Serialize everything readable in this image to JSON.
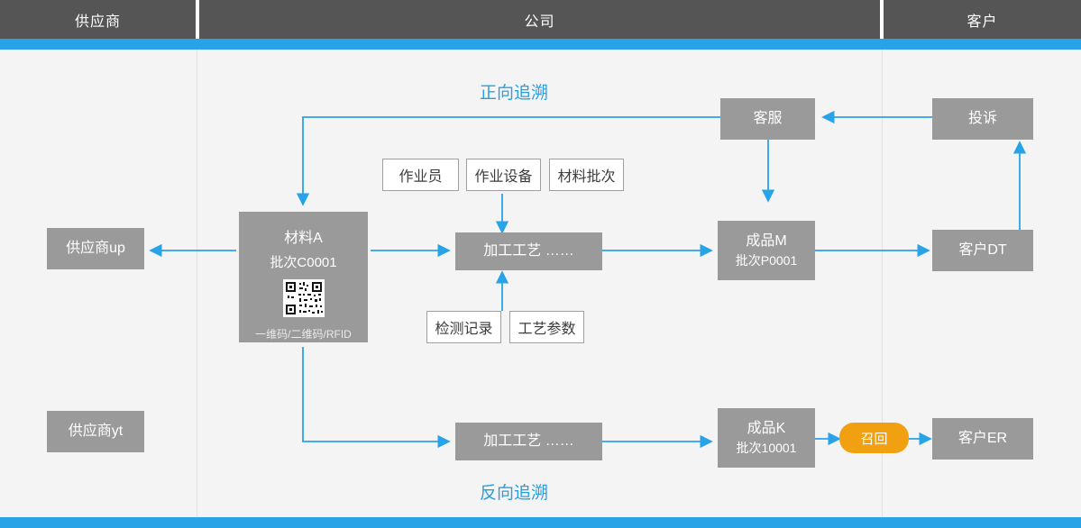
{
  "header": {
    "columns": [
      {
        "label": "供应商"
      },
      {
        "label": "公司"
      },
      {
        "label": "客户"
      }
    ]
  },
  "titles": {
    "forward": "正向追溯",
    "reverse": "反向追溯"
  },
  "nodes": {
    "supplier_up": {
      "label": "供应商up"
    },
    "supplier_yt": {
      "label": "供应商yt"
    },
    "material": {
      "name": "材料A",
      "batch": "批次C0001",
      "code_types": "一维码/二维码/RFID"
    },
    "operator": {
      "label": "作业员"
    },
    "equipment": {
      "label": "作业设备"
    },
    "material_batch": {
      "label": "材料批次"
    },
    "process_top": {
      "label": "加工工艺  ……"
    },
    "inspection": {
      "label": "检测记录"
    },
    "process_param": {
      "label": "工艺参数"
    },
    "product_m": {
      "name": "成品M",
      "batch": "批次P0001"
    },
    "customer_service": {
      "label": "客服"
    },
    "complaint": {
      "label": "投诉"
    },
    "customer_dt": {
      "label": "客户DT"
    },
    "process_bottom": {
      "label": "加工工艺  ……"
    },
    "product_k": {
      "name": "成品K",
      "batch": "批次10001"
    },
    "recall": {
      "label": "召回"
    },
    "customer_er": {
      "label": "客户ER"
    }
  },
  "colors": {
    "accent": "#29a3e8",
    "header_gray": "#555555",
    "node_gray": "#9a9a9a",
    "recall_orange": "#f0a010",
    "canvas": "#f4f4f4"
  }
}
